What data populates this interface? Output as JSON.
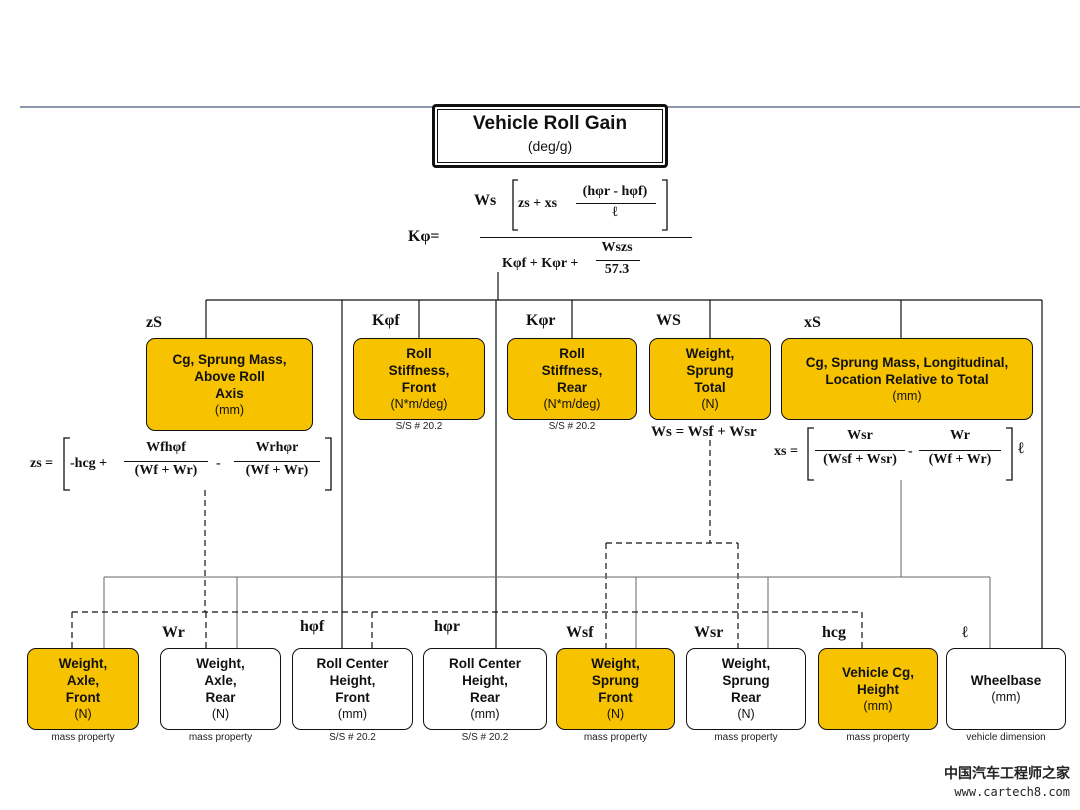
{
  "title": {
    "main": "Vehicle Roll Gain",
    "unit": "(deg/g)"
  },
  "formula_main": {
    "lhs": "Kφ=",
    "num_ws": "Ws",
    "num_zs": "zs + xs",
    "num_frac_top": "(hφr - hφf)",
    "num_frac_bot": "ℓ",
    "den_k": "Kφf + Kφr +",
    "den_frac_top": "Wszs",
    "den_frac_bot": "57.3"
  },
  "level2_labels": {
    "zs": "zS",
    "kf": "Kφf",
    "kr": "Kφr",
    "ws": "WS",
    "xs": "xS"
  },
  "level2_boxes": [
    {
      "id": "zs",
      "lines": [
        "Cg, Sprung Mass,",
        "Above Roll",
        "Axis"
      ],
      "unit": "(mm)",
      "sub": ""
    },
    {
      "id": "kf",
      "lines": [
        "Roll",
        "Stiffness,",
        "Front"
      ],
      "unit": "(N*m/deg)",
      "sub": "S/S # 20.2"
    },
    {
      "id": "kr",
      "lines": [
        "Roll",
        "Stiffness,",
        "Rear"
      ],
      "unit": "(N*m/deg)",
      "sub": "S/S # 20.2"
    },
    {
      "id": "ws",
      "lines": [
        "Weight,",
        "Sprung",
        "Total"
      ],
      "unit": "(N)",
      "sub": ""
    },
    {
      "id": "xs",
      "lines": [
        "Cg, Sprung Mass, Longitudinal,",
        "Location Relative to Total"
      ],
      "unit": "(mm)",
      "sub": ""
    }
  ],
  "formula_zs": {
    "lhs": "zs =",
    "t1": "-hcg +",
    "f1_top": "Wfhφf",
    "f1_bot": "(Wf + Wr)",
    "minus": "-",
    "f2_top": "Wrhφr",
    "f2_bot": "(Wf + Wr)"
  },
  "formula_ws": "Ws = Wsf + Wsr",
  "formula_xs": {
    "lhs": "xs =",
    "f1_top": "Wsr",
    "f1_bot": "(Wsf + Wsr)",
    "minus": "-",
    "f2_top": "Wr",
    "f2_bot": "(Wf + Wr)",
    "tail": "ℓ"
  },
  "level3_labels": {
    "wr": "Wr",
    "hf": "hφf",
    "hr": "hφr",
    "wsf": "Wsf",
    "wsr": "Wsr",
    "hcg": "hcg",
    "l": "ℓ"
  },
  "level3_boxes": [
    {
      "id": "wf",
      "lines": [
        "Weight,",
        "Axle,",
        "Front"
      ],
      "unit": "(N)",
      "sub": "mass property"
    },
    {
      "id": "wr",
      "lines": [
        "Weight,",
        "Axle,",
        "Rear"
      ],
      "unit": "(N)",
      "sub": "mass property"
    },
    {
      "id": "rcf",
      "lines": [
        "Roll Center",
        "Height,",
        "Front"
      ],
      "unit": "(mm)",
      "sub": "S/S # 20.2"
    },
    {
      "id": "rcr",
      "lines": [
        "Roll Center",
        "Height,",
        "Rear"
      ],
      "unit": "(mm)",
      "sub": "S/S # 20.2"
    },
    {
      "id": "wsf",
      "lines": [
        "Weight,",
        "Sprung",
        "Front"
      ],
      "unit": "(N)",
      "sub": "mass property"
    },
    {
      "id": "wsr",
      "lines": [
        "Weight,",
        "Sprung",
        "Rear"
      ],
      "unit": "(N)",
      "sub": "mass property"
    },
    {
      "id": "hcg",
      "lines": [
        "Vehicle Cg,",
        "Height"
      ],
      "unit": "(mm)",
      "sub": "mass property"
    },
    {
      "id": "wb",
      "lines": [
        "Wheelbase"
      ],
      "unit": "(mm)",
      "sub": "vehicle dimension"
    }
  ],
  "watermark": {
    "cn": "中国汽车工程师之家",
    "url": "www.cartech8.com"
  },
  "colors": {
    "highlight": "#f7c200",
    "line": "#111111",
    "rule": "#4a5b7a"
  }
}
